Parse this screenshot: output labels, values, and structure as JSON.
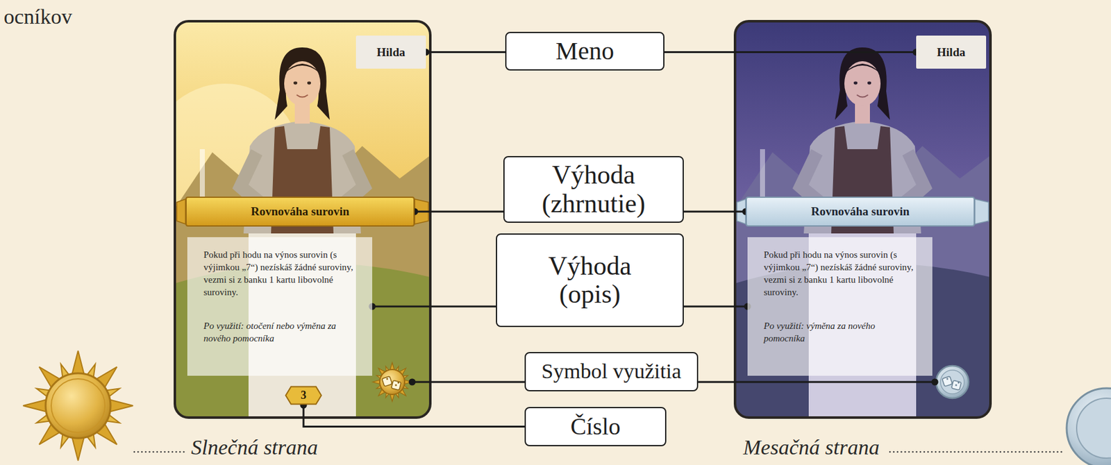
{
  "diagram": {
    "nodes": [
      {
        "text": [
          "Hilda"
        ]
      },
      {
        "text": [
          "Meno"
        ]
      },
      {
        "text": [
          "Hilda"
        ]
      },
      {
        "text": [
          "Výhoda (zhrnutie)"
        ]
      },
      {
        "text": [
          "Rovnováha surovin"
        ]
      },
      {
        "text": [
          "Rovnováha surovin"
        ]
      },
      {
        "text": [
          "Výhoda (opis)"
        ]
      },
      {
        "text": [
          "Pokud při hodu na výnos surovin (s výjimkou „7“) nezískáš žádné suroviny, vezmi si z banku 1 kartu libovolné suroviny.",
          "Po využití: otočení nebo výměna za nového pomocníka"
        ]
      },
      {
        "text": [
          "Pokud při hodu na výnos surovin (s výjimkou „7“) nezískáš žádné suroviny, vezmi si z banku 1 kartu libovolné suroviny.",
          "Po využití: výměna za nového pomocníka"
        ]
      },
      {
        "text": [
          "Symbol využitia"
        ]
      },
      {
        "text": [
          "Číslo"
        ]
      },
      {
        "text": [
          "3"
        ]
      }
    ],
    "edges": [
      {
        "from": 1,
        "to": 0,
        "arrow": "none"
      },
      {
        "from": 1,
        "to": 2,
        "arrow": "none"
      },
      {
        "from": 3,
        "to": 4,
        "arrow": "none"
      },
      {
        "from": 3,
        "to": 5,
        "arrow": "none"
      },
      {
        "from": 6,
        "to": 7,
        "arrow": "none"
      },
      {
        "from": 6,
        "to": 8,
        "arrow": "none"
      },
      {
        "from": 10,
        "to": 11,
        "arrow": "none"
      }
    ],
    "labels": [
      "ocníkov",
      "Slnečná strana",
      "Mesačná strana"
    ]
  }
}
